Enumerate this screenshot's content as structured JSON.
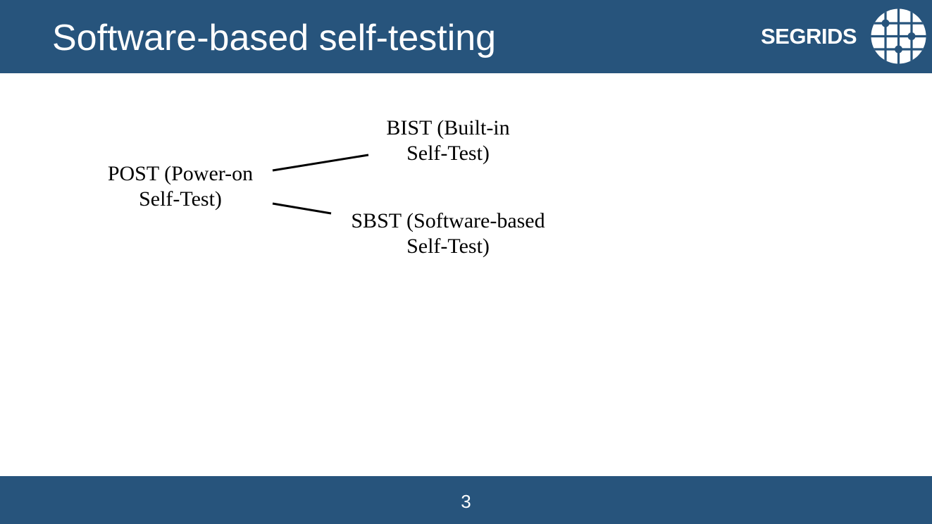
{
  "slide": {
    "title": "Software-based self-testing",
    "page_number": "3"
  },
  "logo": {
    "text": "SEGRIDS",
    "icon": "segrids-circuit-globe-icon"
  },
  "diagram": {
    "root": {
      "line1": "POST (Power-on",
      "line2": "Self-Test)"
    },
    "children": [
      {
        "line1": "BIST (Built-in",
        "line2": "Self-Test)"
      },
      {
        "line1": "SBST (Software-based",
        "line2": "Self-Test)"
      }
    ]
  },
  "colors": {
    "band": "#27547c",
    "text_on_band": "#ffffff",
    "connector": "#000000"
  }
}
